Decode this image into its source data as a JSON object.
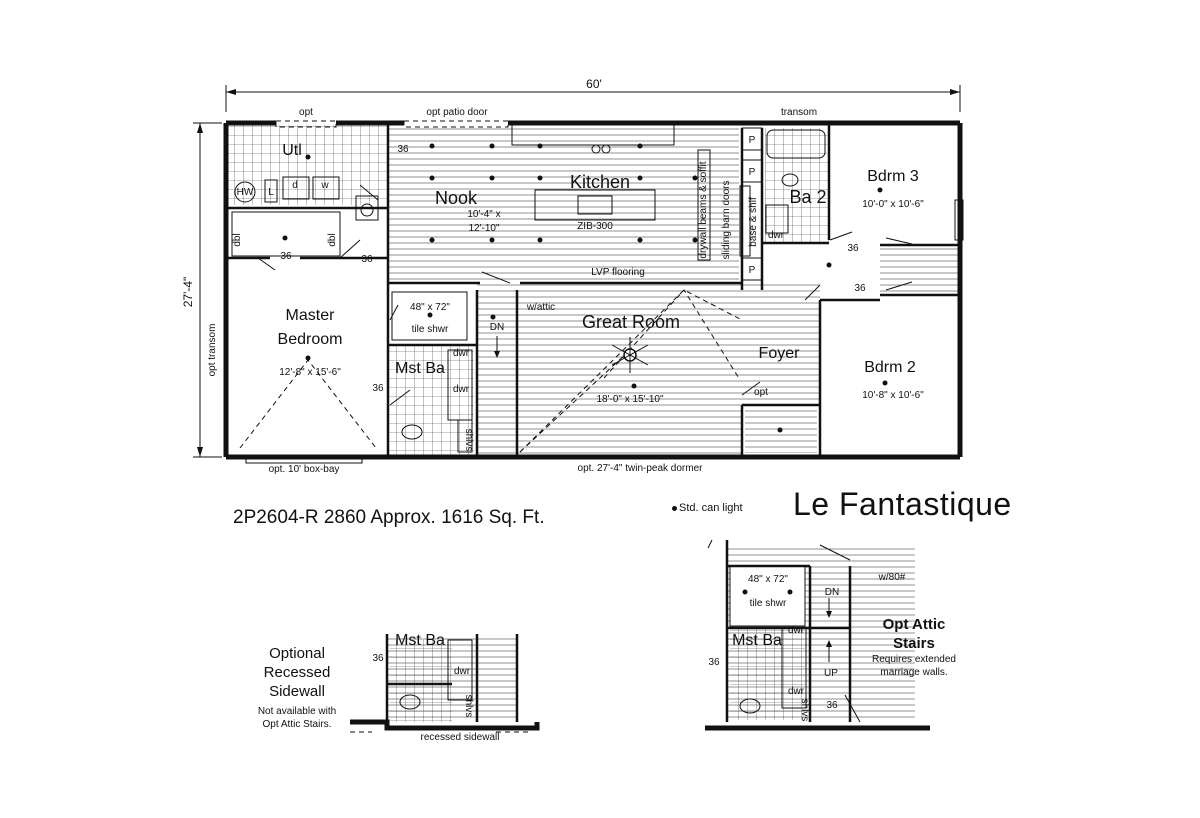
{
  "dimensions": {
    "overall_width": "60'",
    "overall_depth": "27'-4\""
  },
  "exterior_notes": {
    "opt_top": "opt",
    "opt_patio_door": "opt patio door",
    "transom": "transom",
    "opt_transom": "opt transom",
    "box_bay": "opt. 10' box-bay",
    "twin_peak_dormer": "opt. 27'-4\" twin-peak dormer"
  },
  "rooms": {
    "utility": {
      "label": "Utl"
    },
    "nook": {
      "label": "Nook",
      "size": "10'-4\" x",
      "size2": "12'-10\""
    },
    "kitchen": {
      "label": "Kitchen",
      "island": "ZIB-300"
    },
    "master_bedroom": {
      "label": "Master",
      "label2": "Bedroom",
      "size": "12'-8\" x 15'-6\""
    },
    "master_bath": {
      "label": "Mst Ba",
      "shower": "48\" x 72\"",
      "shower2": "tile shwr"
    },
    "great_room": {
      "label": "Great Room",
      "size": "18'-0\" x 15'-10\""
    },
    "foyer": {
      "label": "Foyer"
    },
    "bath2": {
      "label": "Ba 2"
    },
    "bedroom3": {
      "label": "Bdrm 3",
      "size": "10'-0\" x 10'-6\""
    },
    "bedroom2": {
      "label": "Bdrm 2",
      "size": "10'-8\" x 10'-6\""
    }
  },
  "fixtures": {
    "dryer": "d",
    "washer": "w",
    "water_heater": "HW",
    "linen": "L",
    "dbl": "dbl",
    "dwr": "dwr",
    "shlvs": "shlvs",
    "pantry": "P",
    "door_36": "36",
    "lvp": "LVP flooring",
    "drywall_beams": "drywall beams & soffit",
    "sliding_barn": "sliding barn doors",
    "base_shlf": "base & shlf",
    "dn": "DN",
    "up": "UP",
    "w_attic": "w/attic",
    "opt_small": "opt",
    "w_80": "w/80#"
  },
  "model_line": "2P2604-R 2860 Approx. 1616 Sq. Ft.",
  "legend": "Std. can light",
  "home_name": "Le Fantastique",
  "options": {
    "recessed": {
      "title_1": "Optional",
      "title_2": "Recessed",
      "title_3": "Sidewall",
      "note_1": "Not available with",
      "note_2": "Opt Attic Stairs.",
      "caption": "recessed sidewall"
    },
    "attic": {
      "title_1": "Opt Attic",
      "title_2": "Stairs",
      "note_1": "Requires extended",
      "note_2": "marriage walls."
    }
  }
}
